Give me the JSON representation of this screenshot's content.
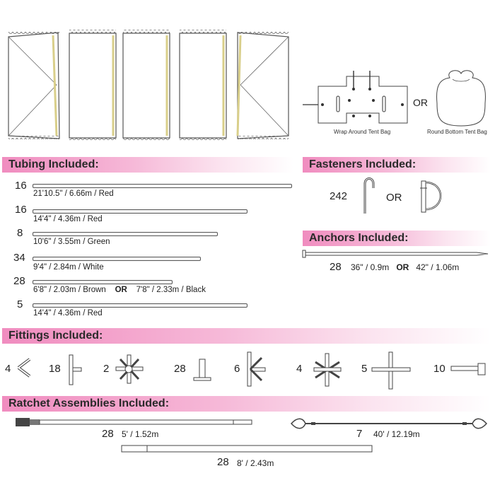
{
  "bags": {
    "or_label": "OR",
    "wrap_label": "Wrap Around Tent Bag",
    "round_label": "Round Bottom Tent Bag"
  },
  "tubing": {
    "title": "Tubing Included:",
    "rows": [
      {
        "qty": "16",
        "spec": "21'10.5\" / 6.66m  /  Red"
      },
      {
        "qty": "16",
        "spec": "14'4\" / 4.36m  /  Red"
      },
      {
        "qty": "8",
        "spec": "10'6\" / 3.55m  /  Green"
      },
      {
        "qty": "34",
        "spec": "9'4\" / 2.84m  /  White"
      },
      {
        "qty": "28",
        "spec_a": "6'8\" / 2.03m  /  Brown",
        "or": "OR",
        "spec_b": "7'8\" / 2.33m  /  Black"
      },
      {
        "qty": "5",
        "spec": "14'4\" / 4.36m  /  Red"
      }
    ]
  },
  "fasteners": {
    "title": "Fasteners Included:",
    "qty": "242",
    "or": "OR"
  },
  "anchors": {
    "title": "Anchors Included:",
    "qty": "28",
    "spec_a": "36\" / 0.9m",
    "or": "OR",
    "spec_b": "42\" / 1.06m"
  },
  "fittings": {
    "title": "Fittings Included:",
    "items": [
      {
        "qty": "4",
        "icon": "two-way-fitting-icon"
      },
      {
        "qty": "18",
        "icon": "tee-fitting-icon"
      },
      {
        "qty": "2",
        "icon": "six-way-fitting-icon"
      },
      {
        "qty": "28",
        "icon": "base-plate-fitting-icon"
      },
      {
        "qty": "6",
        "icon": "five-way-fitting-icon"
      },
      {
        "qty": "4",
        "icon": "crown-fitting-icon"
      },
      {
        "qty": "5",
        "icon": "cross-fitting-icon"
      },
      {
        "qty": "10",
        "icon": "end-connector-icon"
      }
    ]
  },
  "ratchets": {
    "title": "Ratchet Assemblies Included:",
    "strap": {
      "qty": "28",
      "spec": "5' / 1.52m"
    },
    "cable": {
      "qty": "7",
      "spec": "40' / 12.19m"
    },
    "bar": {
      "qty": "28",
      "spec": "8' / 2.43m"
    }
  }
}
